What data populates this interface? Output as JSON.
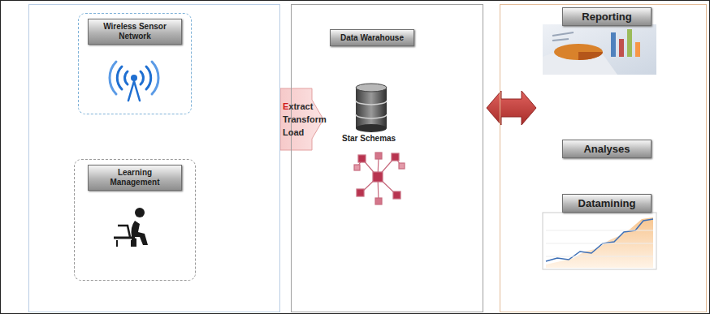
{
  "diagram": {
    "nodes": [
      {
        "text": []
      },
      {
        "text": [
          "Wireless Sensor Network"
        ],
        "in": 0
      },
      {
        "text": [
          "Learning Management"
        ],
        "in": 0
      },
      {
        "text": []
      },
      {
        "text": [
          "Data Warahouse"
        ],
        "in": 3
      },
      {
        "text": []
      },
      {
        "text": [
          "Reporting"
        ],
        "in": 5
      },
      {
        "text": [
          "Analyses"
        ],
        "in": 5
      },
      {
        "text": [
          "Datamining"
        ],
        "in": 5
      }
    ],
    "edges": [
      {
        "from": 0,
        "to": 3,
        "label": "Extract Transform Load",
        "arrow": "to"
      },
      {
        "from": 3,
        "to": 5,
        "arrow": "both"
      }
    ],
    "labels": [
      "Star Schemas"
    ]
  }
}
